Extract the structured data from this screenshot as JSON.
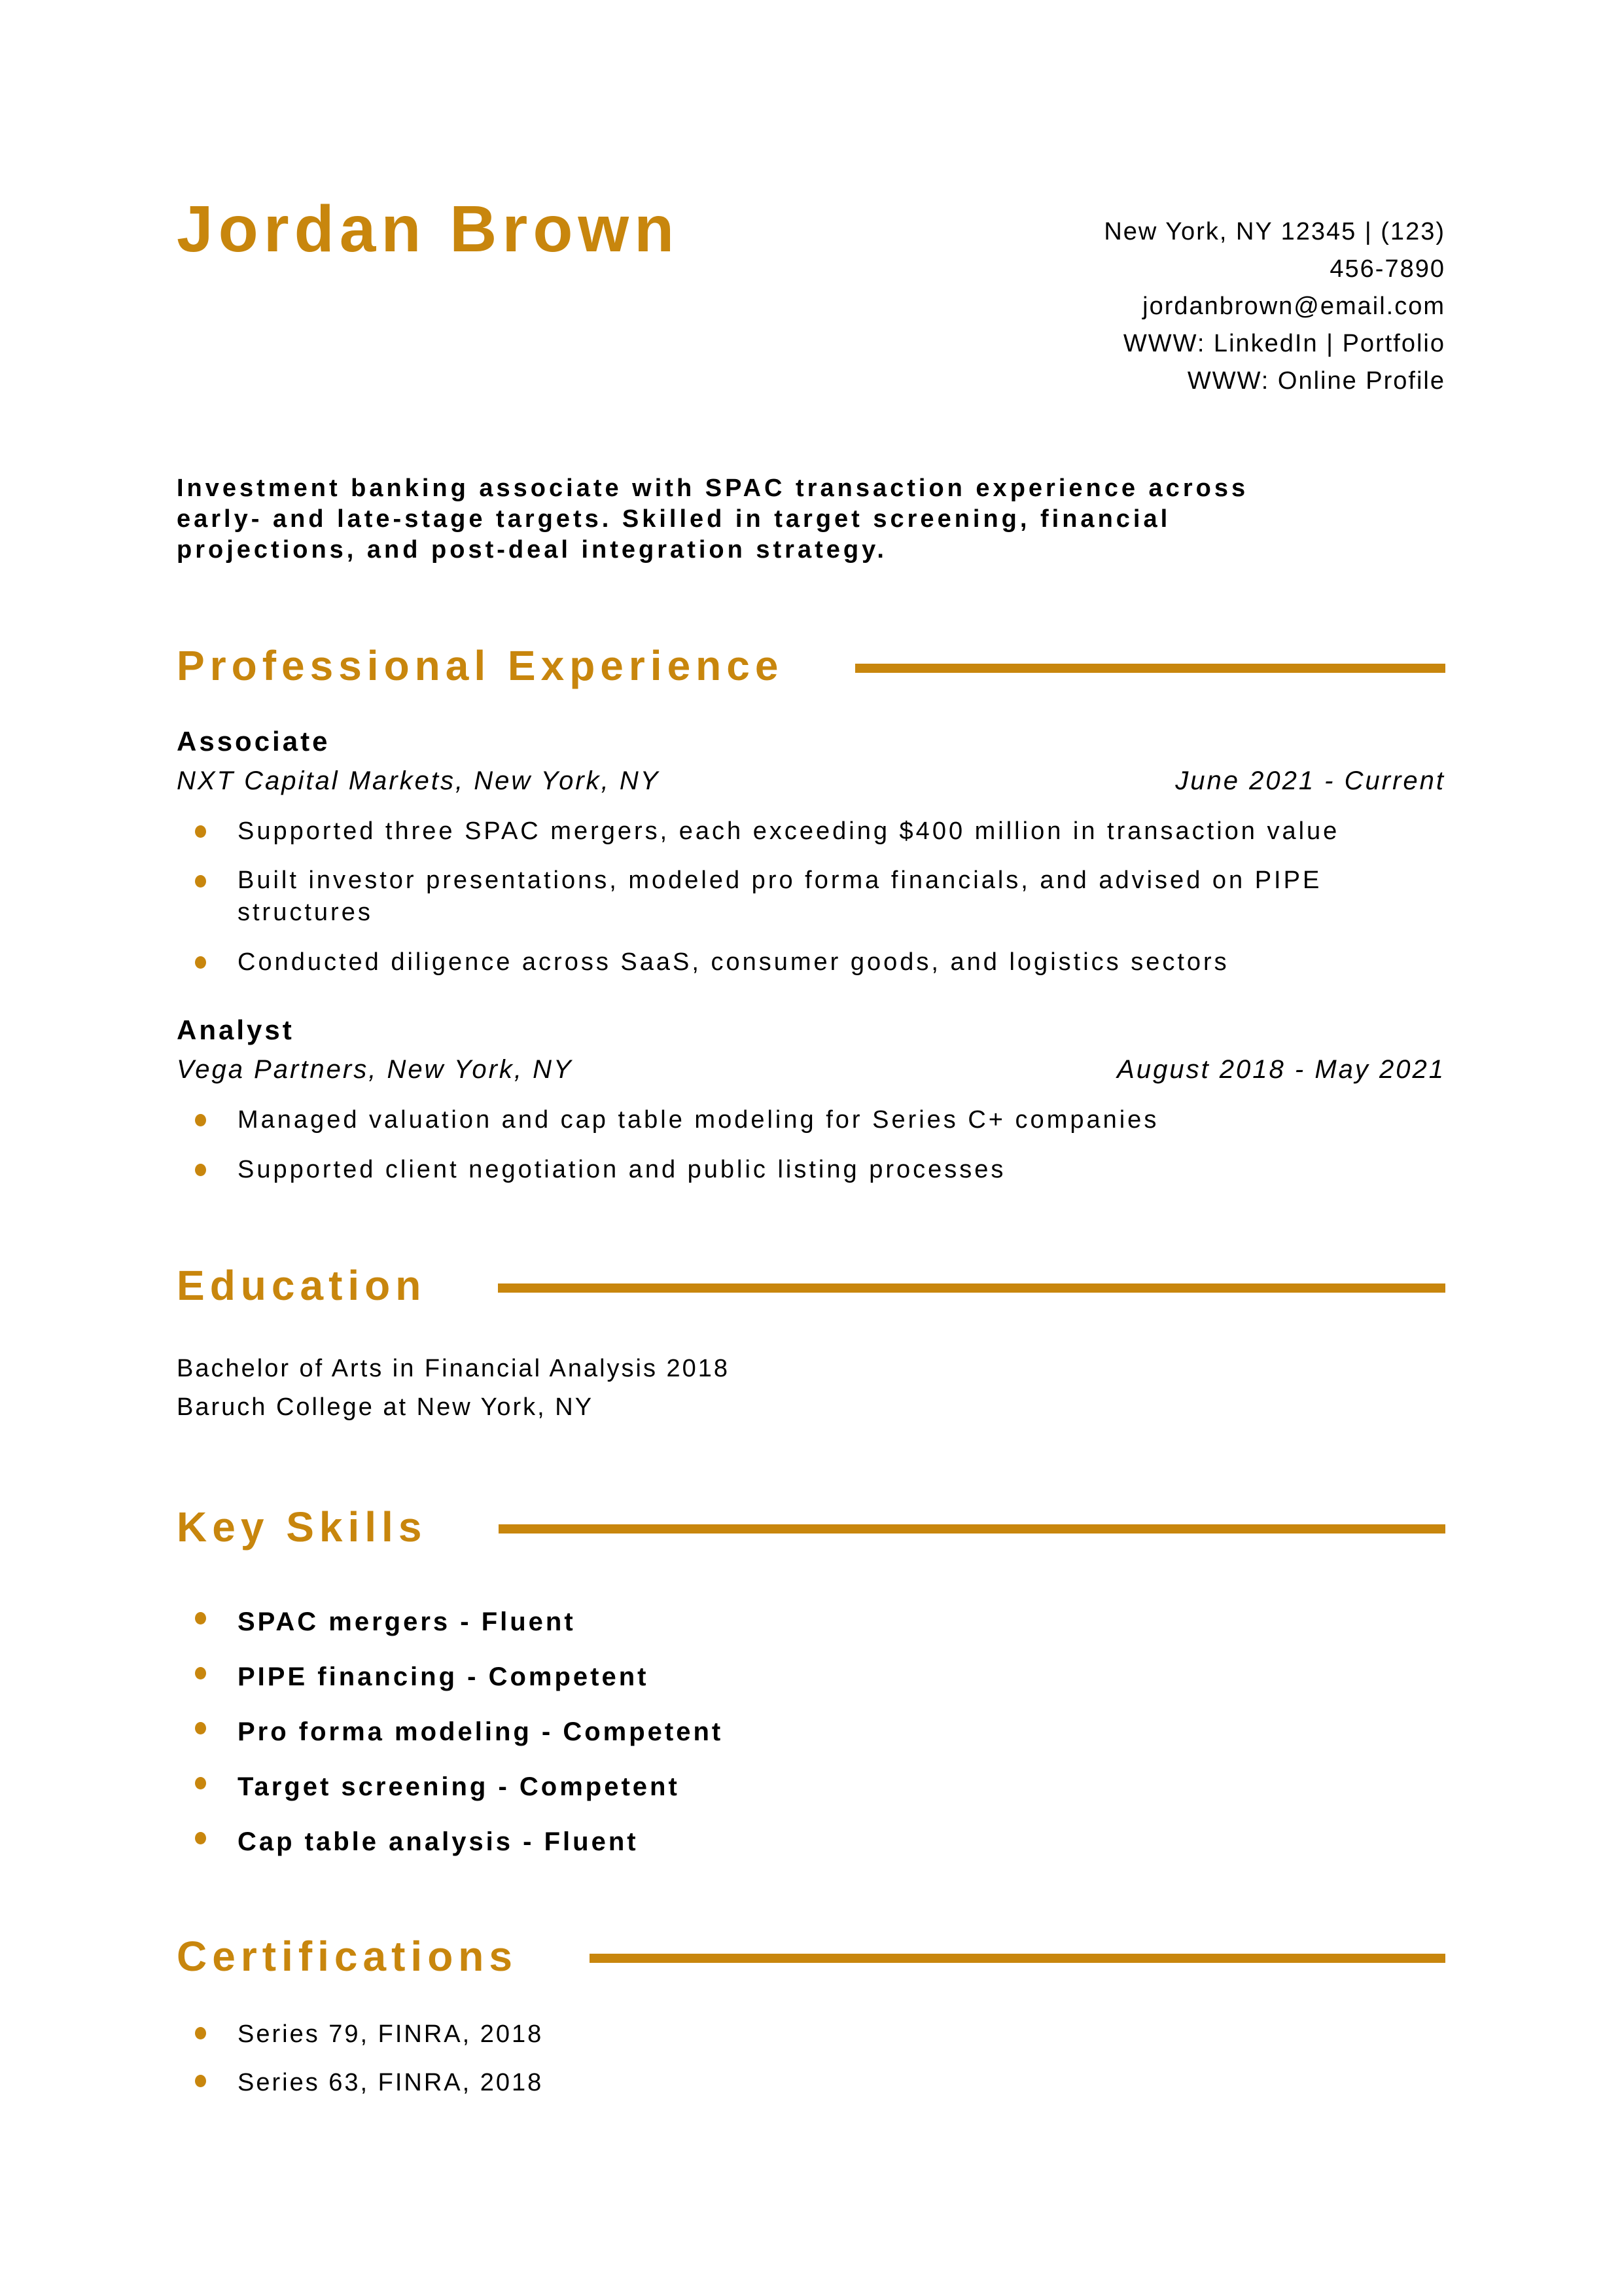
{
  "theme": {
    "accent_color": "#C8860D",
    "text_color": "#000000",
    "background_color": "#FFFFFF"
  },
  "header": {
    "name": "Jordan Brown",
    "contact_lines": [
      "New York, NY 12345 | (123)",
      "456-7890",
      "jordanbrown@email.com",
      "WWW: LinkedIn | Portfolio",
      "WWW: Online Profile"
    ]
  },
  "summary": "Investment banking associate with SPAC transaction experience across early- and late-stage targets. Skilled in target screening, financial projections, and post-deal integration strategy.",
  "experience": {
    "title": "Professional Experience",
    "jobs": [
      {
        "title": "Associate",
        "company": "NXT Capital Markets, New York, NY",
        "dates": "June 2021 - Current",
        "bullets": [
          "Supported three SPAC mergers, each exceeding $400 million in transaction value",
          "Built investor presentations, modeled pro forma financials, and advised on PIPE structures",
          "Conducted diligence across SaaS, consumer goods, and logistics sectors"
        ]
      },
      {
        "title": "Analyst",
        "company": "Vega Partners, New York, NY",
        "dates": "August 2018 - May 2021",
        "bullets": [
          "Managed valuation and cap table modeling for Series C+ companies",
          "Supported client negotiation and public listing processes"
        ]
      }
    ]
  },
  "education": {
    "title": "Education",
    "lines": [
      "Bachelor of Arts in Financial Analysis 2018",
      "Baruch College at New York, NY"
    ]
  },
  "skills": {
    "title": "Key Skills",
    "items": [
      "SPAC mergers - Fluent",
      "PIPE financing - Competent",
      "Pro forma modeling - Competent",
      "Target screening - Competent",
      "Cap table analysis - Fluent"
    ]
  },
  "certifications": {
    "title": "Certifications",
    "items": [
      "Series 79, FINRA, 2018",
      "Series 63, FINRA, 2018"
    ]
  }
}
